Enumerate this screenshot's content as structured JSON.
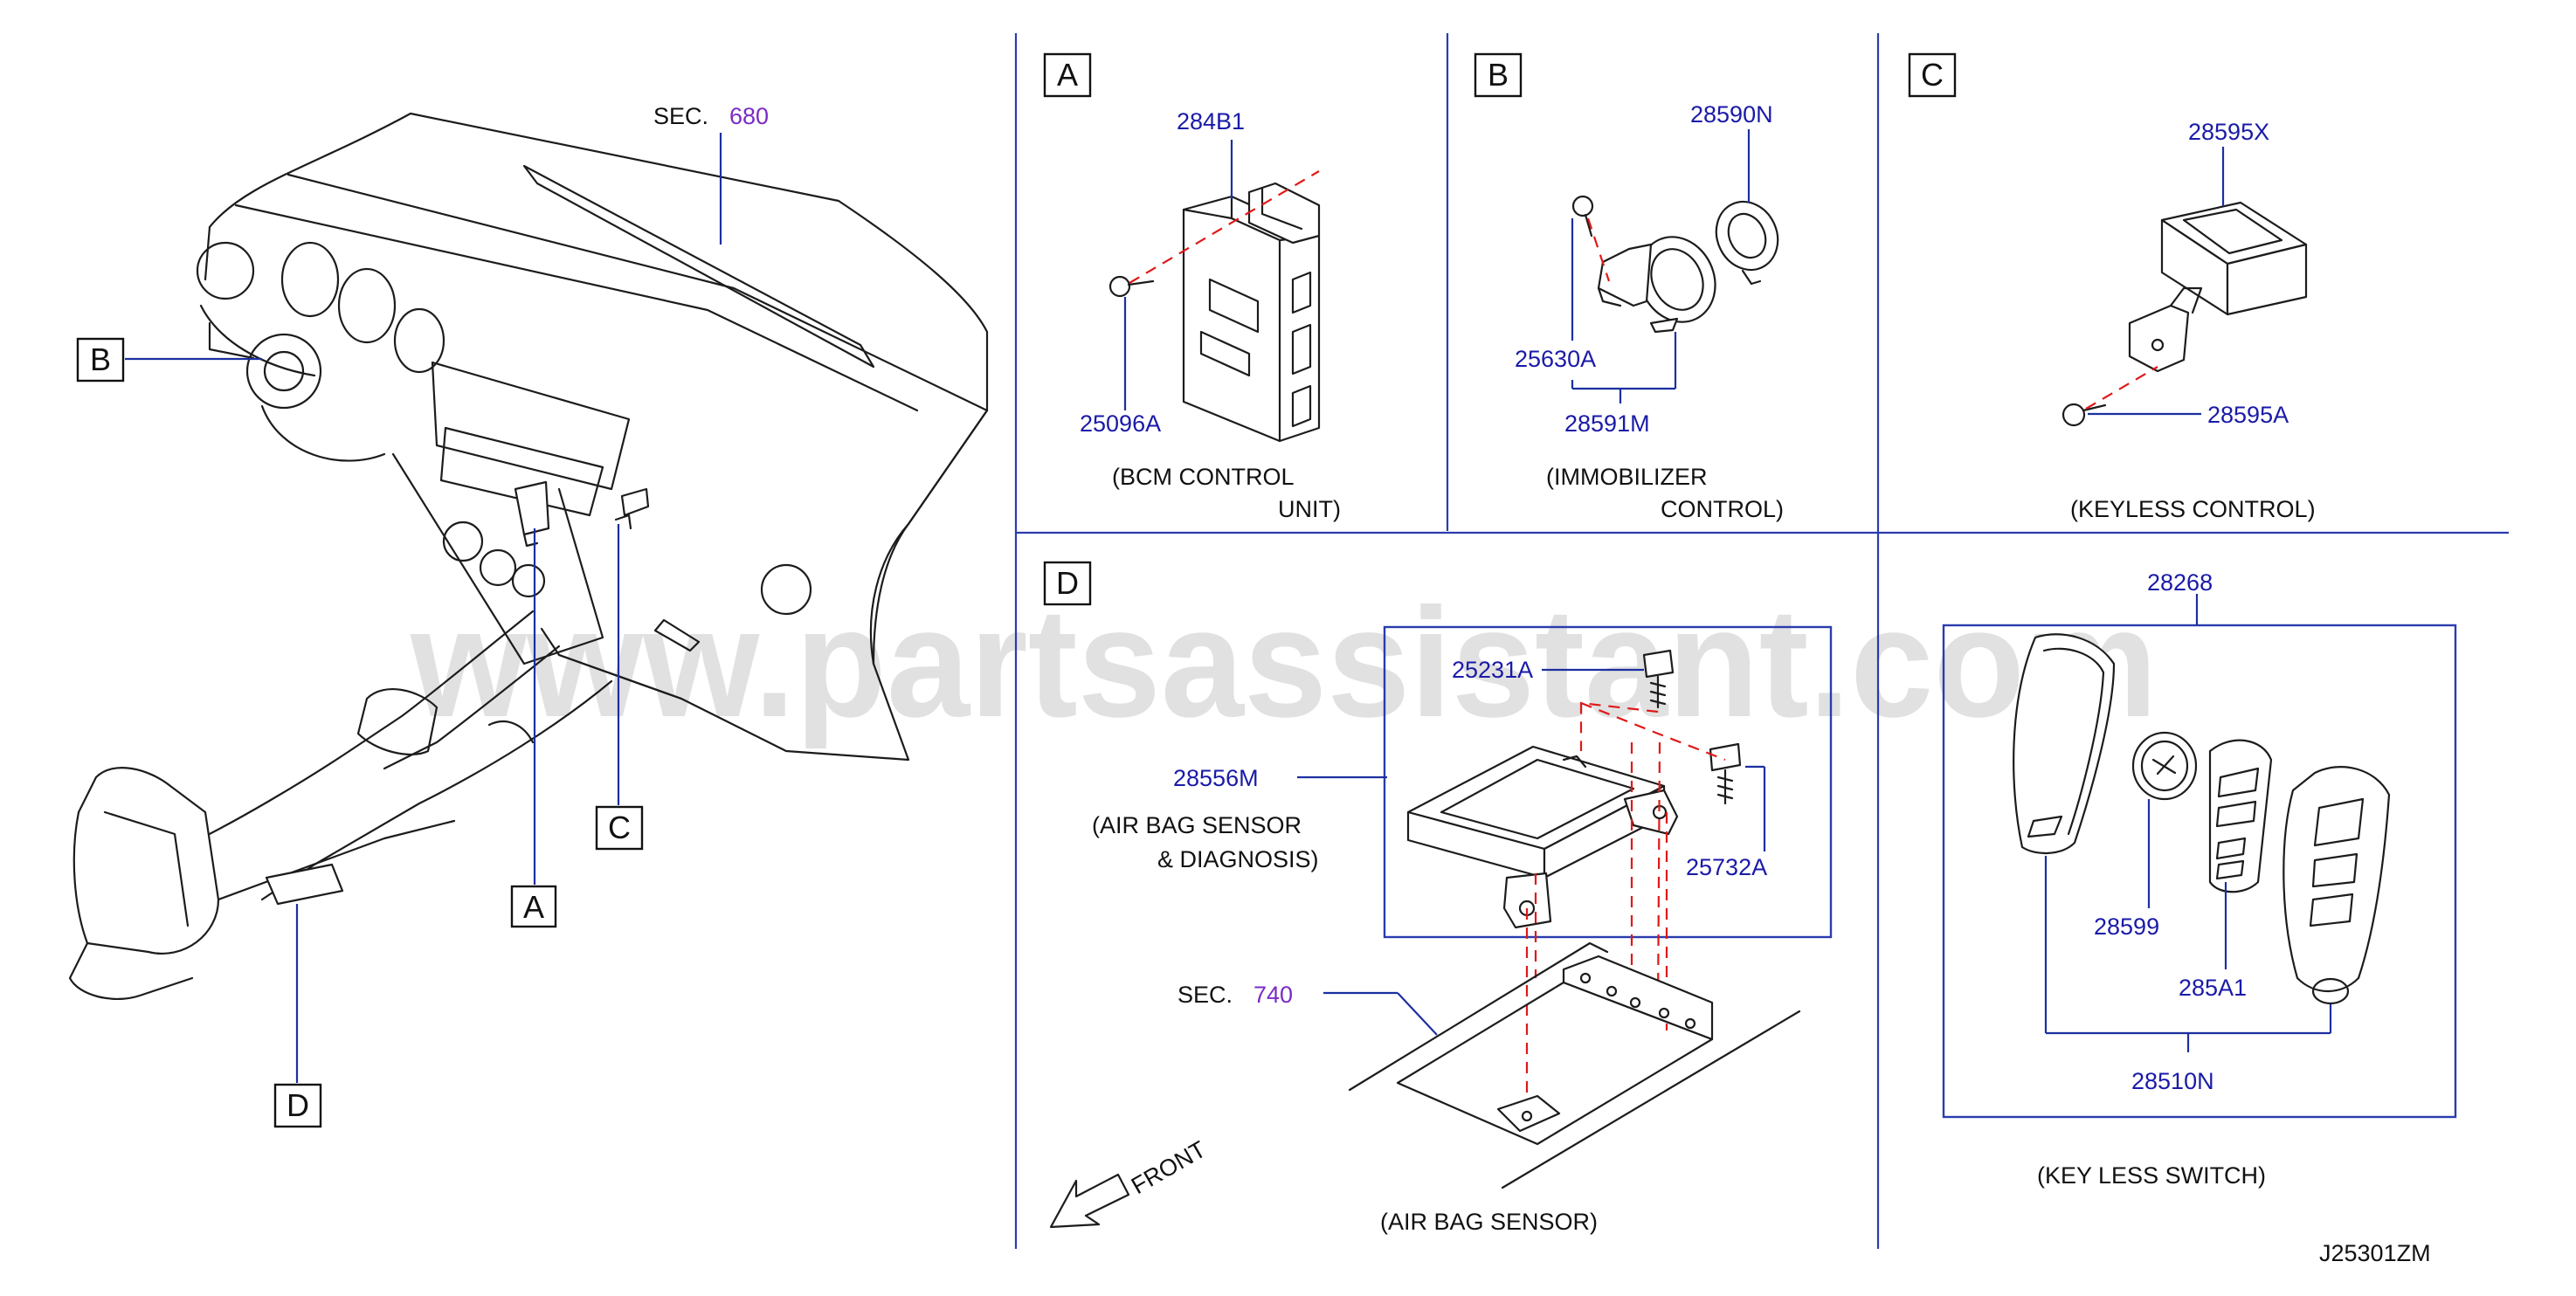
{
  "watermark": "www.partsassistant.com",
  "figure_id": "J25301ZM",
  "overview": {
    "sec_prefix": "SEC.",
    "sec_number": "680",
    "callouts": [
      "A",
      "B",
      "C",
      "D"
    ]
  },
  "panel_a": {
    "letter": "A",
    "part_numbers": [
      "284B1",
      "25096A"
    ],
    "caption_line1": "(BCM   CONTROL",
    "caption_line2": "UNIT)"
  },
  "panel_b": {
    "letter": "B",
    "part_numbers": [
      "28590N",
      "25630A",
      "28591M"
    ],
    "caption_line1": "(IMMOBILIZER",
    "caption_line2": "CONTROL)"
  },
  "panel_c": {
    "letter": "C",
    "part_numbers": [
      "28595X",
      "28595A"
    ],
    "caption": "(KEYLESS   CONTROL)"
  },
  "panel_d": {
    "letter": "D",
    "part_numbers": [
      "25231A",
      "28556M",
      "25732A"
    ],
    "desc_line1": "(AIR   BAG   SENSOR",
    "desc_line2": "&   DIAGNOSIS)",
    "sec_prefix": "SEC.",
    "sec_number": "740",
    "front_label": "FRONT",
    "caption": "(AIR   BAG   SENSOR)"
  },
  "panel_key": {
    "part_numbers": [
      "28268",
      "28599",
      "285A1",
      "28510N"
    ],
    "caption": "(KEY   LESS   SWITCH)"
  }
}
